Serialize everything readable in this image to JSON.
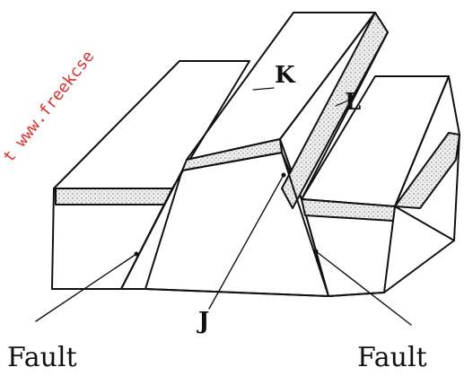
{
  "labels": {
    "k": "K",
    "l": "L",
    "j": "J",
    "fault_left": "Fault",
    "fault_right": "Fault"
  },
  "watermark": "t www.freekcse",
  "colors": {
    "line": "#111111",
    "stipple": "#d8d8d8",
    "watermark": "#e03030"
  }
}
